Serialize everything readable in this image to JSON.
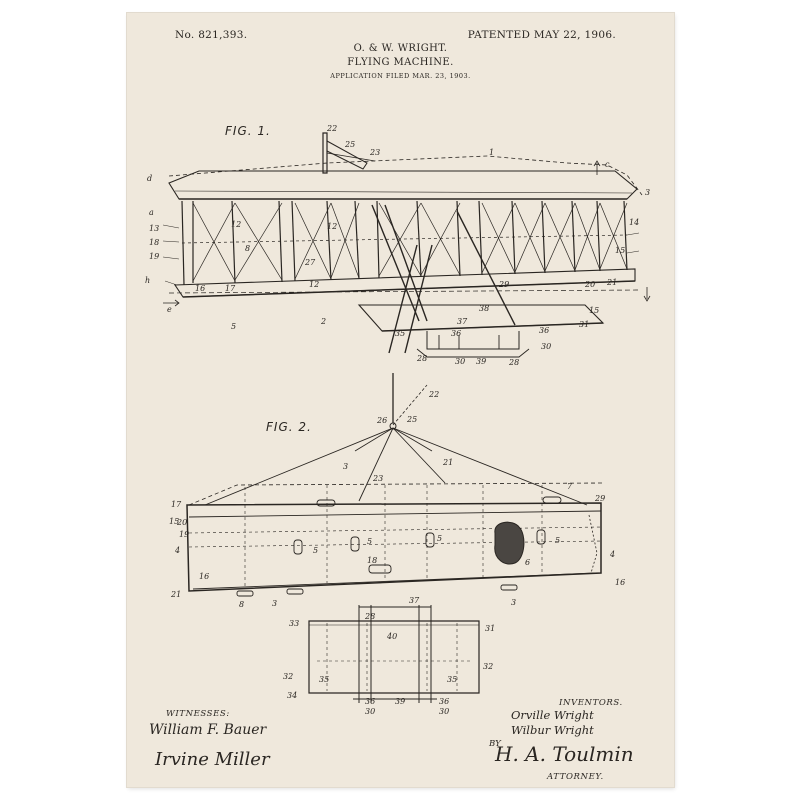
{
  "header": {
    "patent_number": "No. 821,393.",
    "patent_date": "PATENTED MAY 22, 1906.",
    "inventors_line": "O. & W. WRIGHT.",
    "title": "FLYING MACHINE.",
    "filed": "APPLICATION FILED MAR. 23, 1903."
  },
  "figures": {
    "fig1_label": "FIG. 1.",
    "fig2_label": "FIG. 2."
  },
  "fig1_refs": {
    "r22": "22",
    "r25": "25",
    "r23": "23",
    "r1": "1",
    "rc": "c",
    "rd": "d",
    "r3": "3",
    "ra": "a",
    "r12a": "12",
    "r13": "13",
    "r18": "18",
    "r19": "19",
    "r8a": "8",
    "r12b": "12",
    "r27": "27",
    "r14": "14",
    "r15a": "15",
    "r12c": "12",
    "r16": "16",
    "r17": "17",
    "r29": "29",
    "r20": "20",
    "r21": "21",
    "r37": "37",
    "r38": "38",
    "r15b": "15",
    "r31": "31",
    "re": "e",
    "r2": "2",
    "r5": "5",
    "r35": "35",
    "r36a": "36",
    "r36b": "36",
    "r28a": "28",
    "r30a": "30",
    "r39": "39",
    "r28b": "28",
    "r30b": "30",
    "rh": "h"
  },
  "fig2_refs": {
    "r22": "22",
    "r26": "26",
    "r25": "25",
    "r3a": "3",
    "r21": "21",
    "r23": "23",
    "r17": "17",
    "r20": "20",
    "r15": "15",
    "r19": "19",
    "r4a": "4",
    "r5a": "5",
    "r5b": "5",
    "r5c": "5",
    "r5d": "5",
    "r6": "6",
    "r16a": "16",
    "r18": "18",
    "r16b": "16",
    "r21b": "21",
    "r8": "8",
    "r3b": "3",
    "r3c": "3",
    "r7": "7",
    "r29": "29",
    "r4b": "4",
    "r37": "37",
    "r28": "28",
    "r33": "33",
    "r31": "31",
    "r40": "40",
    "r32a": "32",
    "r35a": "35",
    "r32b": "32",
    "r34": "34",
    "r36a": "36",
    "r39": "39",
    "r36b": "36",
    "r30a": "30",
    "r30b": "30",
    "r35b": "35"
  },
  "signatures": {
    "witnesses_label": "WITNESSES:",
    "witness1": "William F. Bauer",
    "witness2": "Irvine Miller",
    "inventors_label": "INVENTORS.",
    "inventor1": "Orville Wright",
    "inventor2": "Wilbur Wright",
    "by_label": "BY",
    "attorney_signature": "H. A. Toulmin",
    "attorney_label": "ATTORNEY."
  },
  "colors": {
    "paper": "#efe8dc",
    "ink": "#2a2622"
  }
}
